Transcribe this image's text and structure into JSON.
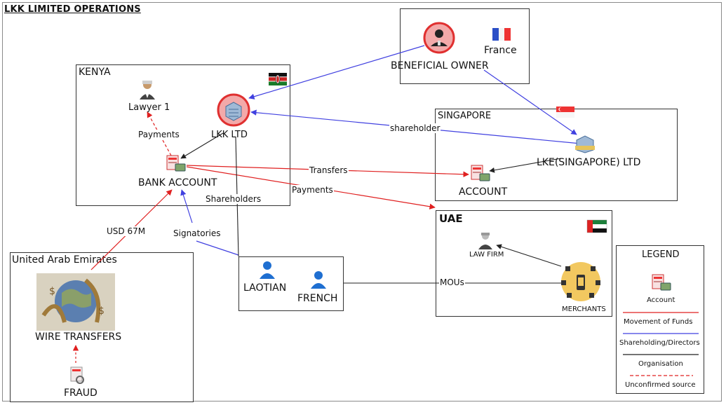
{
  "title": "LKK LIMITED OPERATIONS",
  "regions": {
    "kenya": "KENYA",
    "france_box": "France",
    "singapore": "SINGAPORE",
    "uae": "UAE",
    "united_arab_emirates": "United Arab Emirates"
  },
  "nodes": {
    "beneficial_owner": "BENEFICIAL OWNER",
    "lawyer": "Lawyer 1",
    "lkk_ltd": "LKK LTD",
    "bank_account": "BANK ACCOUNT",
    "lke_singapore": "LKE(SINGAPORE) LTD",
    "sg_account": "ACCOUNT",
    "law_firm": "LAW FIRM",
    "merchants": "MERCHANTS",
    "laotian": "LAOTIAN",
    "french": "FRENCH",
    "wire_transfers": "WIRE TRANSFERS",
    "fraud": "FRAUD"
  },
  "edges": {
    "payments_lawyer": "Payments",
    "shareholder": "shareholder",
    "transfers": "Transfers",
    "payments_uae": "Payments",
    "shareholders": "Shareholders",
    "signatories": "Signatories",
    "usd": "USD 67M",
    "mous": "MOUs"
  },
  "legend": {
    "title": "LEGEND",
    "account": "Account",
    "movement": "Movement of Funds",
    "shareholding": "Shareholding/Directors",
    "organisation": "Organisation",
    "unconfirmed": "Unconfirmed source"
  },
  "colors": {
    "funds": "#e02020",
    "shareholding": "#4040e0",
    "organisation": "#222222",
    "highlight_ring": "#e03030"
  },
  "icons": {
    "france_flag": "france-flag-icon",
    "kenya_flag": "kenya-flag-icon",
    "singapore_flag": "singapore-flag-icon",
    "uae_flag": "uae-flag-icon"
  }
}
